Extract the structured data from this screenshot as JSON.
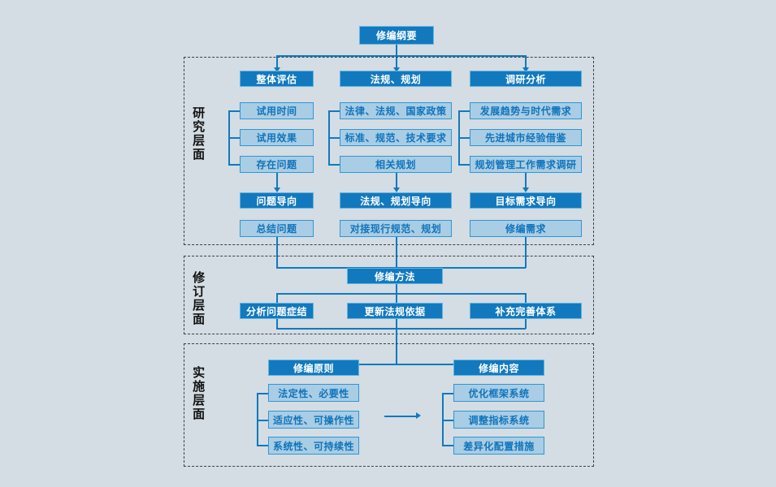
{
  "diagram": {
    "title_node": {
      "label": "修编纲要"
    },
    "layers": [
      {
        "id": "research",
        "side_label": "研究层面",
        "columns": [
          {
            "header": "整体评估",
            "items": [
              "试用时间",
              "试用效果",
              "存在问题"
            ],
            "orientation": "问题导向",
            "outcome": "总结问题"
          },
          {
            "header": "法规、规划",
            "items": [
              "法律、法规、国家政策",
              "标准、规范、技术要求",
              "相关规划"
            ],
            "orientation": "法规、规划导向",
            "outcome": "对接现行规范、规划"
          },
          {
            "header": "调研分析",
            "items": [
              "发展趋势与时代需求",
              "先进城市经验借鉴",
              "规划管理工作需求调研"
            ],
            "orientation": "目标需求导向",
            "outcome": "修编需求"
          }
        ]
      },
      {
        "id": "revision",
        "side_label": "修订层面",
        "header": "修编方法",
        "items": [
          "分析问题症结",
          "更新法规依据",
          "补充完善体系"
        ]
      },
      {
        "id": "implementation",
        "side_label": "实施层面",
        "groups": [
          {
            "header": "修编原则",
            "items": [
              "法定性、必要性",
              "适应性、可操作性",
              "系统性、可持续性"
            ]
          },
          {
            "header": "修编内容",
            "items": [
              "优化框架系统",
              "调整指标系统",
              "差异化配置措施"
            ]
          }
        ]
      }
    ],
    "colors": {
      "background": "#d3dde3",
      "dark_node_fill": "#1279be",
      "dark_node_border": "#63b4e0",
      "dark_node_text": "#ffffff",
      "light_node_fill": "#a9cde4",
      "light_node_border": "#2e96d6",
      "light_node_text": "#0f74bc",
      "connector": "#1279be",
      "layer_border": "#3c4044"
    }
  }
}
